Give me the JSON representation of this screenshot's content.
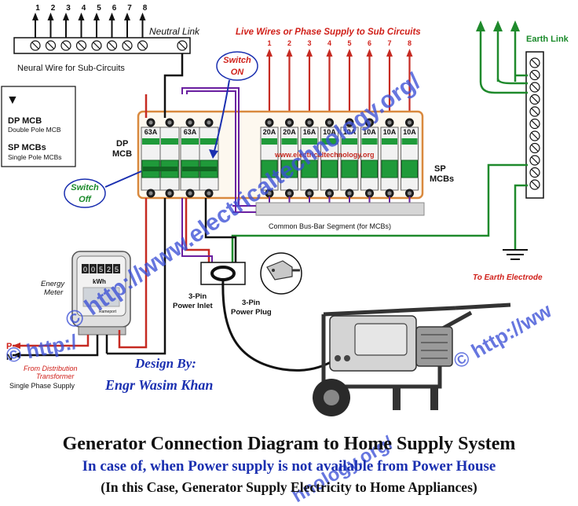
{
  "colors": {
    "live": "#c62a22",
    "neutral": "#111111",
    "earth": "#1f8a2c",
    "purple": "#6a1fa0",
    "blue_text": "#1a2fb0",
    "watermark": "#3b4fd6",
    "panel_frame": "#d9893e",
    "breaker_green": "#1f9a3a"
  },
  "neutral_terminals": [
    "1",
    "2",
    "3",
    "4",
    "5",
    "6",
    "7",
    "8"
  ],
  "labels": {
    "neutral_link": "Neutral Link",
    "neutral_wire": "Neural Wire for Sub-Circuits",
    "live_wires": "Live Wires or Phase Supply to Sub Circuits",
    "earth_link": "Earth Link",
    "switch_on_1": "Switch",
    "switch_on_2": "ON",
    "switch_off_1": "Switch",
    "switch_off_2": "Off",
    "dp_mcb_1": "DP",
    "dp_mcb_2": "MCB",
    "sp_mcbs_1": "SP",
    "sp_mcbs_2": "MCBs",
    "bus_bar": "Common Bus-Bar Segment (for MCBs)",
    "to_earth": "To Earth Electrode",
    "energy_meter_1": "Energy",
    "energy_meter_2": "Meter",
    "kwh": "kWh",
    "meter_brand": "Rameport",
    "power_inlet_1": "3-Pin",
    "power_inlet_2": "Power Inlet",
    "power_plug_1": "3-Pin",
    "power_plug_2": "Power Plug",
    "p": "P",
    "n": "N",
    "from_dist_1": "From Distribution",
    "from_dist_2": "Transformer",
    "single_phase": "Single Phase Supply",
    "design_by": "Design By:",
    "author": "Engr Wasim Khan",
    "site_inside": "www.electricaltechnology.org"
  },
  "legend": {
    "symbol": "▼",
    "dp_title": "DP MCB",
    "dp_desc": "Double Pole MCB",
    "sp_title": "SP MCBs",
    "sp_desc": "Single Pole MCBs"
  },
  "main_breakers": [
    {
      "rating": "63A"
    },
    {
      "rating": "63A"
    }
  ],
  "sub_breakers": [
    {
      "circuit": "1",
      "rating": "20A"
    },
    {
      "circuit": "2",
      "rating": "20A"
    },
    {
      "circuit": "3",
      "rating": "16A"
    },
    {
      "circuit": "4",
      "rating": "10A"
    },
    {
      "circuit": "5",
      "rating": "10A"
    },
    {
      "circuit": "6",
      "rating": "10A"
    },
    {
      "circuit": "7",
      "rating": "10A"
    },
    {
      "circuit": "8",
      "rating": "10A"
    }
  ],
  "meter_digits": [
    "0",
    "0",
    "5",
    "2",
    "5"
  ],
  "watermarks": {
    "main": "© http://www.electricaltechnology.org/",
    "left": "© http:/",
    "right": "© http://ww",
    "bottom": "hnology.org/"
  },
  "title": {
    "line1": "Generator Connection Diagram to Home Supply System",
    "line2": "In case of, when Power supply is not available from Power House",
    "line3": "(In this Case, Generator Supply Electricity to Home Appliances)"
  }
}
